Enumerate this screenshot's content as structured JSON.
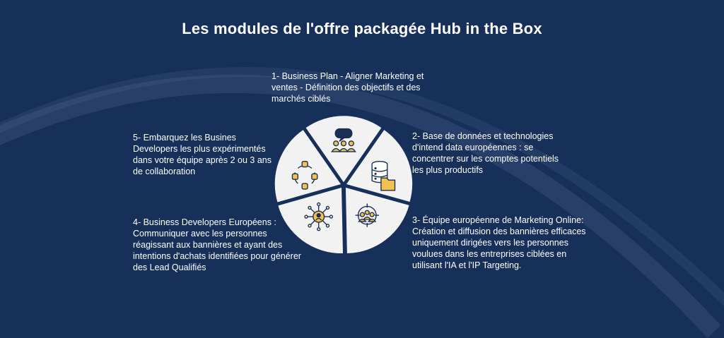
{
  "title": "Les modules de l'offre packagée Hub in the Box",
  "modules": [
    {
      "text": "1- Business Plan - Aligner Marketing et ventes - Définition des objectifs et des marchés ciblés",
      "icon": "team-discussion-icon"
    },
    {
      "text": "2- Base de données et technologies d'intend data européennes : se concentrer sur les comptes potentiels les plus productifs",
      "icon": "database-folder-icon"
    },
    {
      "text": "3- Équipe européenne de Marketing Online: Création et diffusion des bannières efficaces uniquement dirigées vers les personnes voulues dans les entreprises ciblées en utilisant l'IA et l'IP Targeting.",
      "icon": "target-audience-icon"
    },
    {
      "text": "4- Business Developers Européens : Communiquer avec les personnes réagissant aux bannières et ayant des intentions d'achats identifiées pour générer des Lead Qualifiés",
      "icon": "network-user-icon"
    },
    {
      "text": "5- Embarquez les Busines Developers les plus expérimentés dans votre équipe après 2 ou 3 ans de collaboration",
      "icon": "team-cycle-icon"
    }
  ],
  "colors": {
    "background": "#16305a",
    "wheel": "#f2f2f2",
    "accent": "#f2c14e",
    "icon_stroke": "#1b2f55"
  }
}
